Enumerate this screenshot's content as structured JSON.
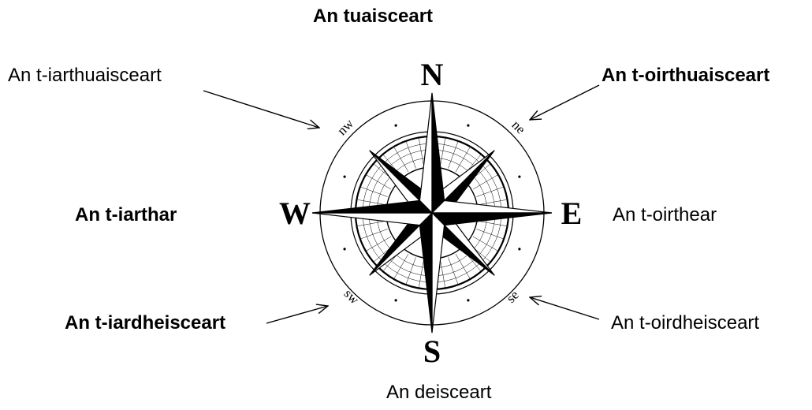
{
  "labels": {
    "north": "An tuaisceart",
    "northwest": "An t-iarthuaisceart",
    "northeast": "An t-oirthuaisceart",
    "west": "An t-iarthar",
    "east": "An t-oirthear",
    "southwest": "An t-iardheisceart",
    "southeast": "An t-oirdheisceart",
    "south": "An deisceart"
  },
  "compass": {
    "N": "N",
    "E": "E",
    "S": "S",
    "W": "W",
    "nw": "nw",
    "ne": "ne",
    "sw": "sw",
    "se": "se"
  }
}
